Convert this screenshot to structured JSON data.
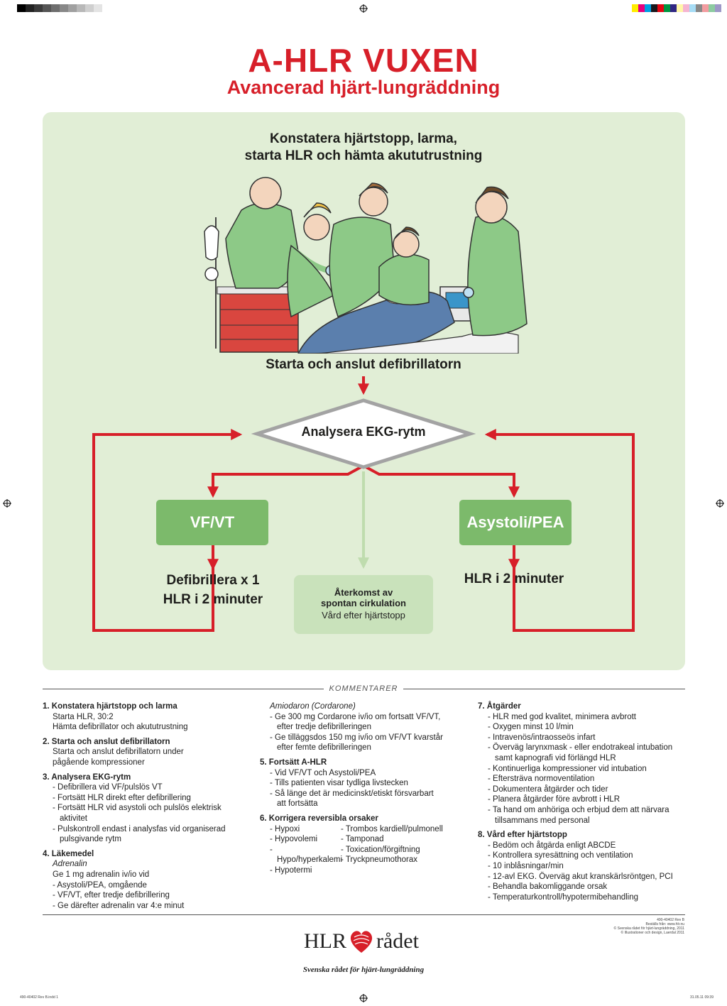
{
  "header": {
    "title": "A-HLR VUXEN",
    "subtitle": "Avancerad hjärt-lungräddning"
  },
  "flow": {
    "step1_line1": "Konstatera hjärtstopp, larma,",
    "step1_line2": "starta HLR och hämta akututrustning",
    "step2": "Starta och anslut defibrillatorn",
    "analyze": "Analysera EKG-rytm",
    "left_box": "VF/VT",
    "right_box": "Asystoli/PEA",
    "left_action_line1": "Defibrillera x 1",
    "left_action_line2": "HLR i  2 minuter",
    "right_action": "HLR i 2 minuter",
    "rosc_line1": "Återkomst av",
    "rosc_line2": "spontan cirkulation",
    "rosc_line3": "Vård efter hjärtstopp"
  },
  "colors": {
    "red": "#d71f29",
    "green_box": "#7cba6b",
    "panel": "#e1eed6",
    "rosc": "#c9e2bb",
    "diamond_border": "#a3a3a3"
  },
  "comments": {
    "label": "KOMMENTARER",
    "col1": {
      "s1_title": "1. Konstatera hjärtstopp och larma",
      "s1_l1": "Starta HLR, 30:2",
      "s1_l2": "Hämta defibrillator och akututrustning",
      "s2_title": "2. Starta och anslut defibrillatorn",
      "s2_l1": "Starta och anslut defibrillatorn under",
      "s2_l2": "pågående kompressioner",
      "s3_title": "3. Analysera EKG-rytm",
      "s3_items": [
        "Defibrillera vid VF/pulslös VT",
        "Fortsätt HLR direkt efter defibrillering",
        "Fortsätt HLR vid asystoli och pulslös elektrisk aktivitet",
        "Pulskontroll endast i analysfas vid organiserad"
      ],
      "s3_cont": "pulsgivande rytm",
      "s4_title": "4. Läkemedel",
      "s4_sub": "Adrenalin",
      "s4_l1": "Ge 1 mg adrenalin iv/io vid",
      "s4_items": [
        "Asystoli/PEA, omgående",
        "VF/VT, efter tredje defibrillering",
        "Ge därefter adrenalin var 4:e minut"
      ]
    },
    "col2": {
      "sub": "Amiodaron (Cordarone)",
      "a1": "Ge 300 mg Cordarone iv/io om fortsatt VF/VT,",
      "a1c": "efter tredje defibrilleringen",
      "a2": "Ge tilläggsdos 150 mg iv/io om VF/VT kvarstår",
      "a2c": "efter femte defibrilleringen",
      "s5_title": "5. Fortsätt A-HLR",
      "s5_items": [
        "Vid VF/VT och Asystoli/PEA",
        "Tills patienten visar tydliga livstecken",
        "Så länge det är medicinskt/etiskt försvarbart"
      ],
      "s5_cont": "att fortsätta",
      "s6_title": "6. Korrigera reversibla orsaker",
      "s6_left": [
        "Hypoxi",
        "Hypovolemi",
        "Hypo/hyperkalemi",
        "Hypotermi"
      ],
      "s6_right": [
        "Trombos kardiell/pulmonell",
        "Tamponad",
        "Toxication/förgiftning",
        "Tryckpneumothorax"
      ]
    },
    "col3": {
      "s7_title": "7. Åtgärder",
      "s7_items": [
        "HLR med god kvalitet, minimera avbrott",
        "Oxygen minst 10 l/min",
        "Intravenös/intraosseös infart",
        "Överväg larynxmask - eller endotrakeal intubation"
      ],
      "s7_cont1": "samt kapnografi vid förlängd HLR",
      "s7_items2": [
        "Kontinuerliga kompressioner vid intubation",
        "Eftersträva normoventilation",
        "Dokumentera åtgärder och tider",
        "Planera åtgärder före avbrott i HLR",
        "Ta hand om anhöriga och erbjud dem att närvara"
      ],
      "s7_cont2": "tillsammans med personal",
      "s8_title": "8. Vård efter hjärtstopp",
      "s8_items": [
        "Bedöm och åtgärda enligt ABCDE",
        "Kontrollera syresättning och ventilation",
        "10 inblåsningar/min",
        "12-avl EKG. Överväg akut kranskärlsröntgen, PCI",
        "Behandla bakomliggande orsak",
        "Temperaturkontroll/hypotermibehandling"
      ]
    }
  },
  "footer": {
    "fine1": "490-40402 Rev B",
    "fine2": "Beställs från: www.hlr.nu",
    "fine3": "© Svenska rådet för hjärt-lungräddning, 2011",
    "fine4": "© Illustrationer och design, Laerdal 2011",
    "logo_left": "HLR",
    "logo_right": "rådet",
    "tagline": "Svenska rådet för hjärt-lungräddning",
    "slug_left": "490-40402 Rev B.indd   1",
    "slug_right": "31.05.11   09:39"
  }
}
